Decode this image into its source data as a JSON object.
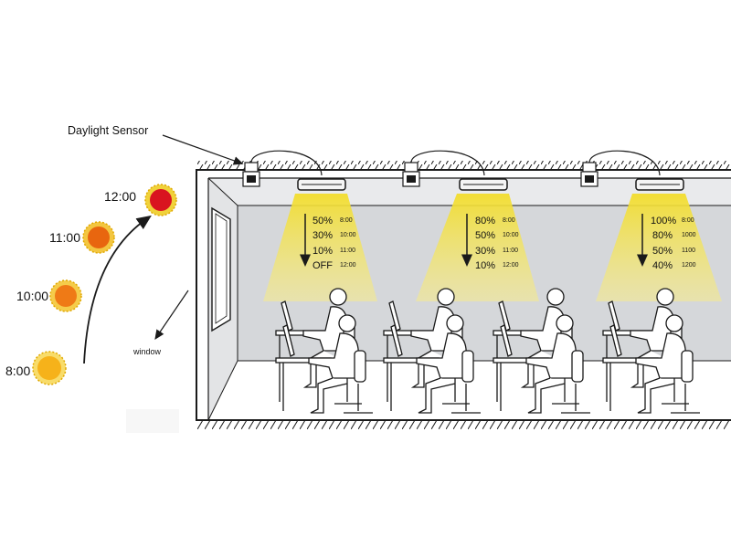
{
  "annotations": {
    "sensor_label": "Daylight Sensor",
    "window_label": "window"
  },
  "suns": [
    {
      "time": "12:00",
      "color": "#d9141f",
      "rim": "#f0d23a"
    },
    {
      "time": "11:00",
      "color": "#e8660f",
      "rim": "#f3c640"
    },
    {
      "time": "10:00",
      "color": "#ef7a16",
      "rim": "#f5cc4a"
    },
    {
      "time": "8:00",
      "color": "#f6b21a",
      "rim": "#f8dc6a"
    }
  ],
  "fixtures": [
    {
      "rows": [
        {
          "level": "50%",
          "time": "8:00"
        },
        {
          "level": "30%",
          "time": "10:00"
        },
        {
          "level": "10%",
          "time": "11:00"
        },
        {
          "level": "OFF",
          "time": "12:00"
        }
      ]
    },
    {
      "rows": [
        {
          "level": "80%",
          "time": "8:00"
        },
        {
          "level": "50%",
          "time": "10:00"
        },
        {
          "level": "30%",
          "time": "11:00"
        },
        {
          "level": "10%",
          "time": "12:00"
        }
      ]
    },
    {
      "rows": [
        {
          "level": "100%",
          "time": "8:00"
        },
        {
          "level": "80%",
          "time": "1000"
        },
        {
          "level": "50%",
          "time": "1100"
        },
        {
          "level": "40%",
          "time": "1200"
        }
      ]
    }
  ],
  "colors": {
    "wall": "#c9ccd0",
    "room_bg": "#d6d8db",
    "light_beam": "#f5e04a",
    "line": "#1a1a1a"
  }
}
